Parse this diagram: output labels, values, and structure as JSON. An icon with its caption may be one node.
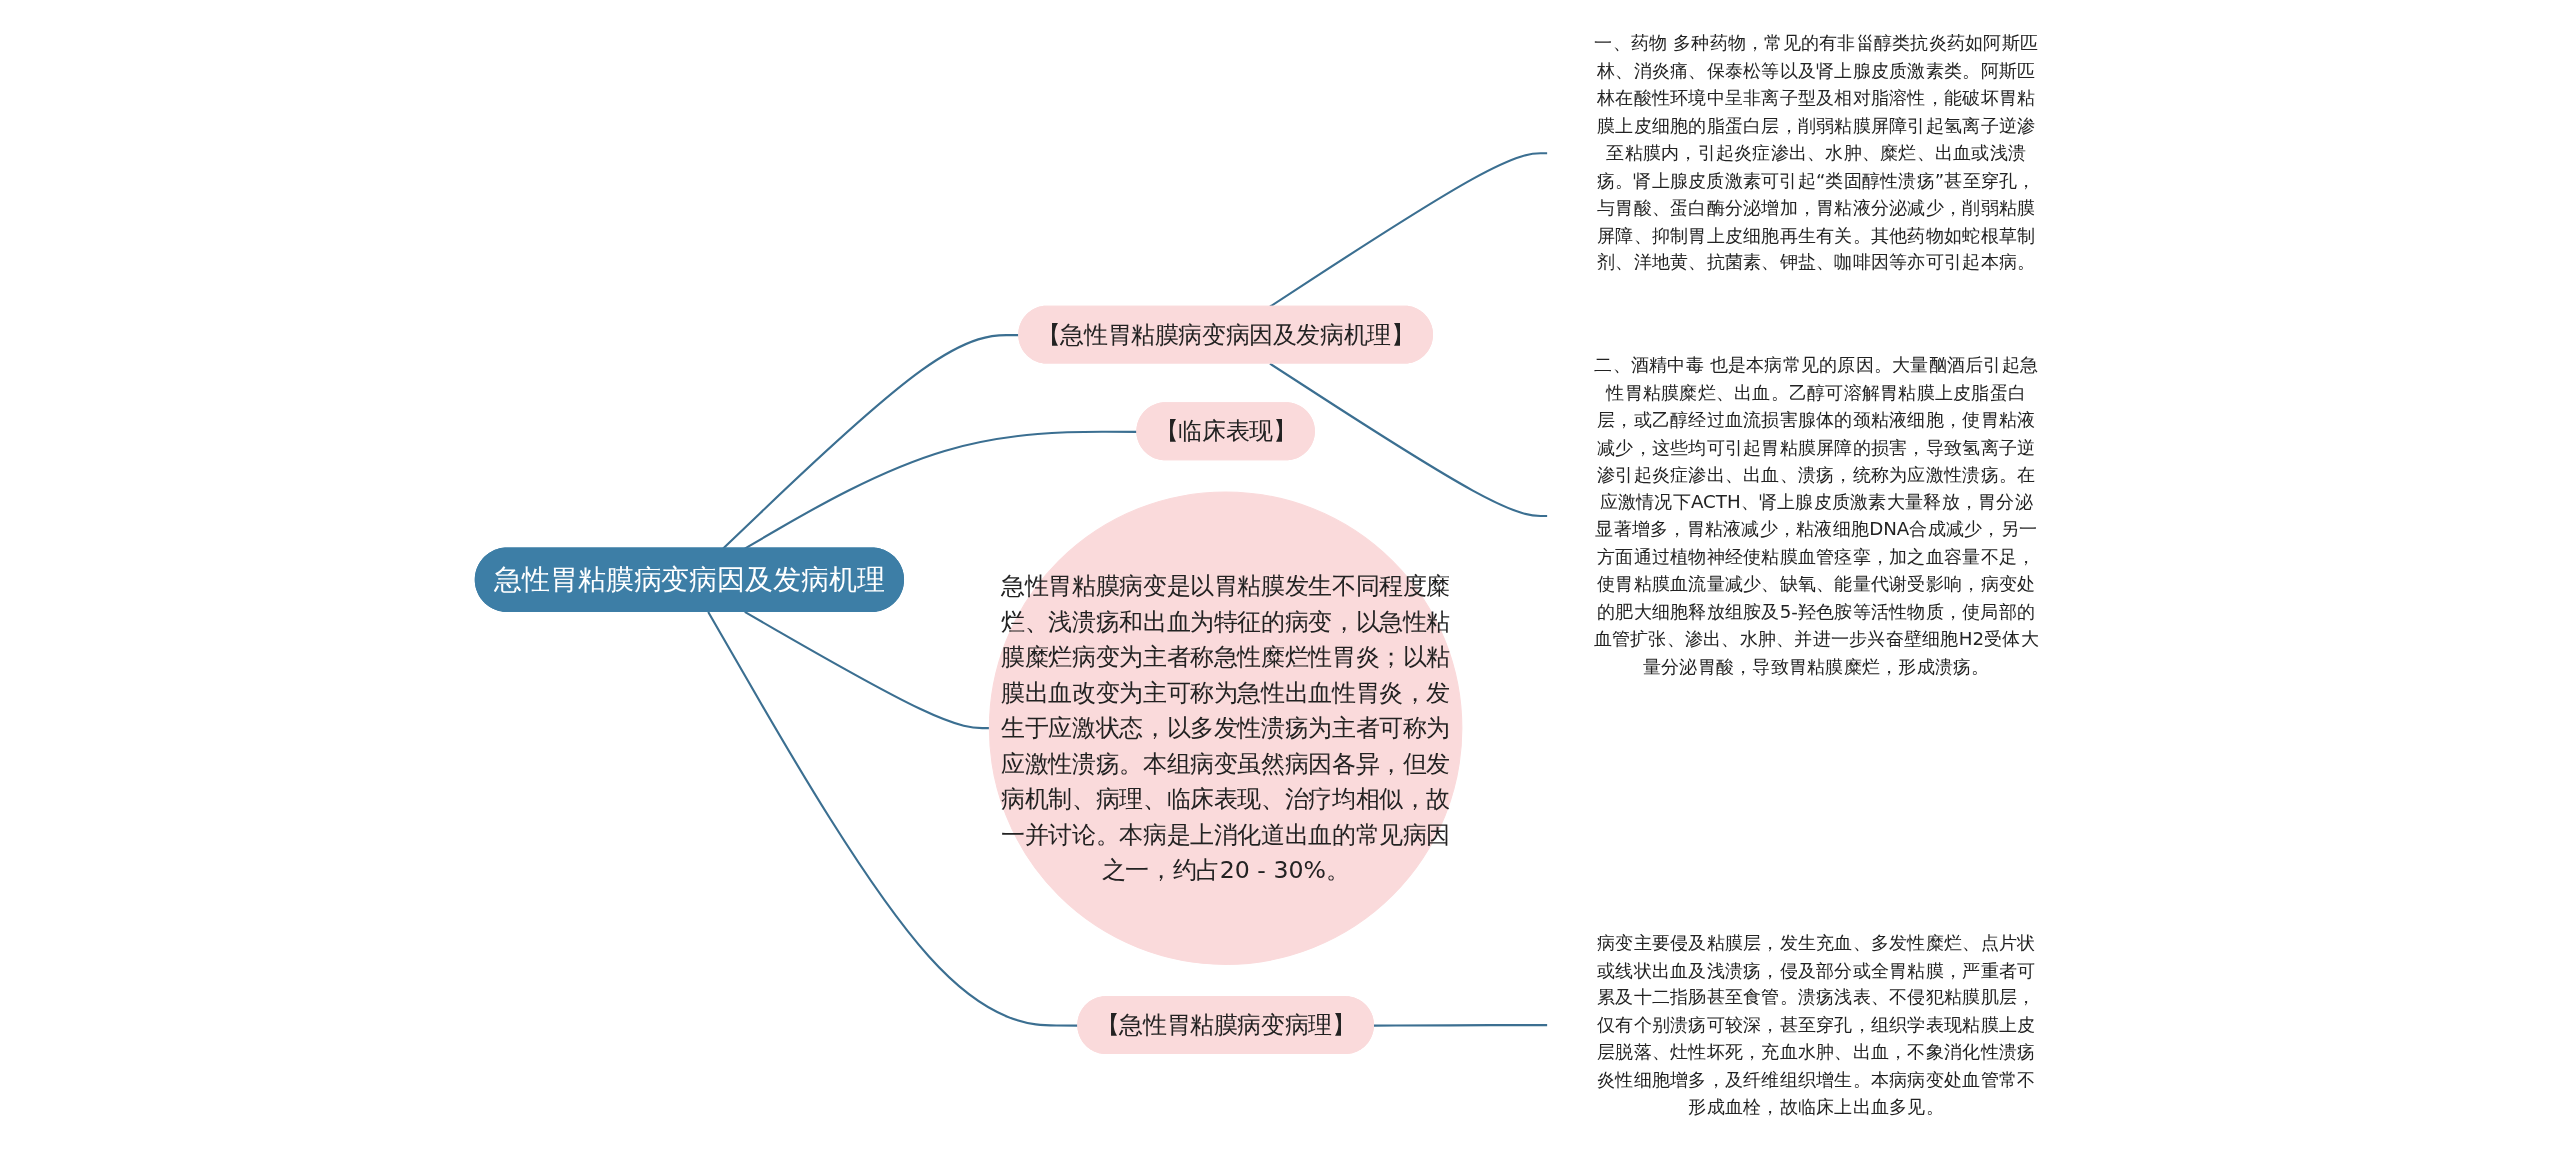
{
  "diagram": {
    "nodes": [
      {
        "text": [
          "急性胃粘膜病变病因及发病机理"
        ]
      },
      {
        "text": [
          "【急性胃粘膜病变病因及发病机理】"
        ]
      },
      {
        "text": [
          "一、药物 多种药物，常见的有非甾醇类抗炎药如阿斯匹林、消炎痛、保泰松等以及肾上腺皮质激素类。阿斯匹林在酸性环境中呈非离子型及相对脂溶性，能破坏胃粘膜上皮细胞的脂蛋白层，削弱粘膜屏障引起氢离子逆渗至粘膜内，引起炎症渗出、水肿、糜烂、出血或浅溃疡。肾上腺皮质激素可引起“类固醇性溃疡”甚至穿孔，与胃酸、蛋白酶分泌增加，胃粘液分泌减少，削弱粘膜屏障、抑制胃上皮细胞再生有关。其他药物如蛇根草制剂、洋地黄、抗菌素、钾盐、咖啡因等亦可引起本病。"
        ]
      },
      {
        "text": [
          "二、酒精中毒 也是本病常见的原因。大量酗酒后引起急性胃粘膜糜烂、出血。乙醇可溶解胃粘膜上皮脂蛋白层，或乙醇经过血流损害腺体的颈粘液细胞，使胃粘液减少，这些均可引起胃粘膜屏障的损害，导致氢离子逆渗引起炎症渗出、出血、溃疡，统称为应激性溃疡。在应激情况下ACTH、肾上腺皮质激素大量释放，胃分泌显著增多，胃粘液减少，粘液细胞DNA合成减少，另一方面通过植物神经使粘膜血管痉挛，加之血容量不足，使胃粘膜血流量减少、缺氧、能量代谢受影响，病变处的肥大细胞释放组胺及5-羟色胺等活性物质，使局部的血管扩张、渗出、水肿、并进一步兴奋壁细胞H2受体大量分泌胃酸，导致胃粘膜糜烂，形成溃疡。"
        ]
      },
      {
        "text": [
          "【临床表现】"
        ]
      },
      {
        "text": [
          "急性胃粘膜病变是以胃粘膜发生不同程度糜烂、浅溃疡和出血为特征的病变，以急性粘膜糜烂病变为主者称急性糜烂性胃炎；以粘膜出血改变为主可称为急性出血性胃炎，发生于应激状态，以多发性溃疡为主者可称为应激性溃疡。本组病变虽然病因各异，但发病机制、病理、临床表现、治疗均相似，故一并讨论。本病是上消化道出血的常见病因之一，约占20 - 30%。"
        ]
      },
      {
        "text": [
          "【急性胃粘膜病变病理】"
        ]
      },
      {
        "text": [
          "病变主要侵及粘膜层，发生充血、多发性糜烂、点片状或线状出血及浅溃疡，侵及部分或全胃粘膜，严重者可累及十二指肠甚至食管。溃疡浅表、不侵犯粘膜肌层，仅有个别溃疡可较深，甚至穿孔，组织学表现粘膜上皮层脱落、灶性坏死，充血水肿、出血，不象消化性溃疡炎性细胞增多，及纤维组织增生。本病病变处血管常不形成血栓，故临床上出血多见。"
        ]
      }
    ],
    "edges": [
      {
        "from": 0,
        "to": 1,
        "arrow": "none"
      },
      {
        "from": 1,
        "to": 2,
        "arrow": "none"
      },
      {
        "from": 1,
        "to": 3,
        "arrow": "none"
      },
      {
        "from": 0,
        "to": 4,
        "arrow": "none"
      },
      {
        "from": 0,
        "to": 5,
        "arrow": "none"
      },
      {
        "from": 0,
        "to": 6,
        "arrow": "none"
      },
      {
        "from": 6,
        "to": 7,
        "arrow": "none"
      }
    ]
  }
}
